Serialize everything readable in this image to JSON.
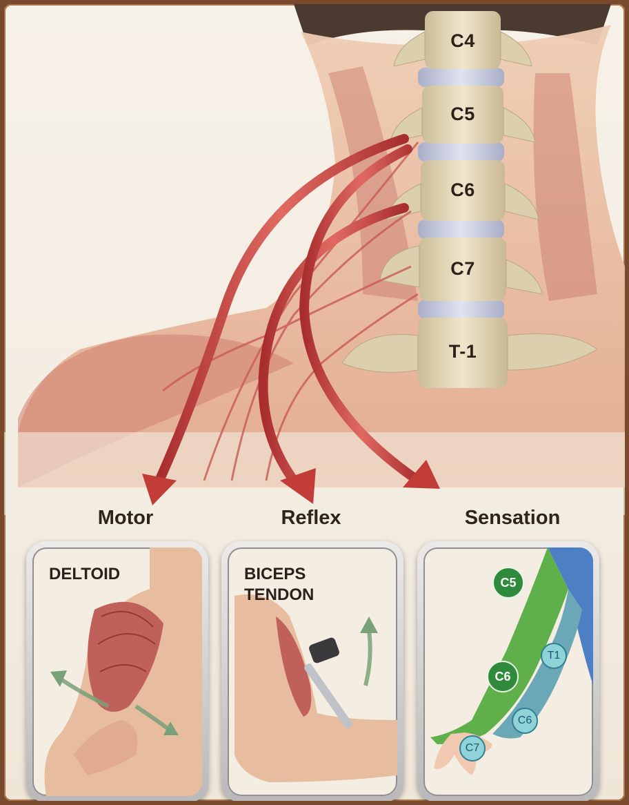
{
  "vertebrae": [
    "C4",
    "C5",
    "C6",
    "C7",
    "T-1"
  ],
  "categories": {
    "motor": "Motor",
    "reflex": "Reflex",
    "sensation": "Sensation"
  },
  "panels": {
    "motor": {
      "title": "DELTOID"
    },
    "reflex": {
      "title_line1": "BICEPS",
      "title_line2": "TENDON"
    },
    "sensation": {
      "dermatomes": [
        "C5",
        "C6",
        "T1",
        "C6",
        "C7"
      ]
    }
  },
  "colors": {
    "nerve": "#c8413f",
    "bone": "#e6dcc1",
    "disc": "#c9cde0",
    "skin": "#e8b89a",
    "muscle": "#c0605a",
    "dermatome_green": "#5fb04a",
    "dermatome_blue": "#4d7fc4"
  }
}
